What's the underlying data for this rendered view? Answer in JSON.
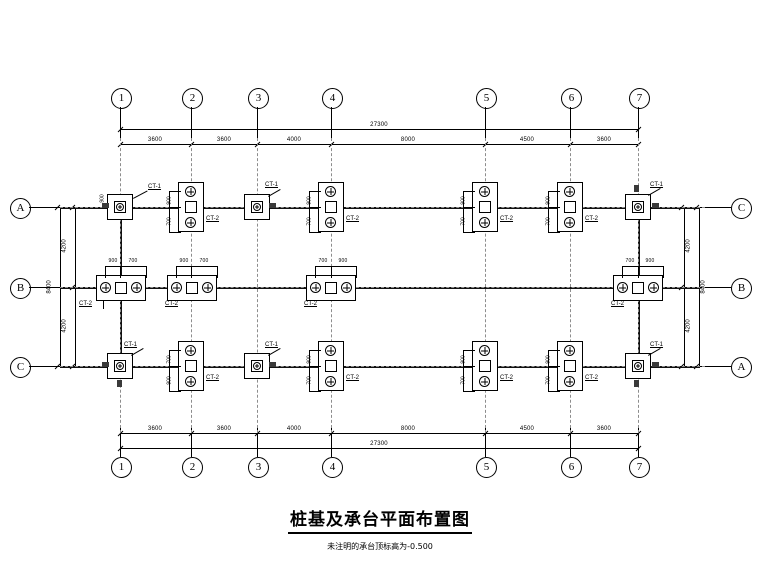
{
  "drawing": {
    "title": "桩基及承台平面布置图",
    "subtitle": "未注明的承台顶标高为-0.500",
    "total_width": "27300",
    "total_height": "8400"
  },
  "grid": {
    "columns": [
      "1",
      "2",
      "3",
      "4",
      "5",
      "6",
      "7"
    ],
    "rows_left": [
      "A",
      "B",
      "C"
    ],
    "rows_right": [
      "C",
      "B",
      "A"
    ],
    "horizontal_spans": [
      "3600",
      "3600",
      "4000",
      "8000",
      "4500",
      "3600"
    ],
    "vertical_spans": [
      "4200",
      "4200"
    ],
    "vertical_total": "8400",
    "horizontal_total": "27300"
  },
  "caps": {
    "type_1": "CT-1",
    "type_2": "CT-2",
    "dim_900": "900",
    "dim_700": "700"
  },
  "cap_labels": {
    "top_row": [
      {
        "name": "CT-1",
        "grid": "1-A"
      },
      {
        "name": "CT-2",
        "grid": "2-A",
        "d1": "900",
        "d2": "700"
      },
      {
        "name": "CT-1",
        "grid": "3-A"
      },
      {
        "name": "CT-2",
        "grid": "4-A",
        "d1": "900",
        "d2": "700"
      },
      {
        "name": "CT-2",
        "grid": "5-A",
        "d1": "900",
        "d2": "700"
      },
      {
        "name": "CT-2",
        "grid": "6-A",
        "d1": "900",
        "d2": "700"
      },
      {
        "name": "CT-1",
        "grid": "7-A"
      }
    ],
    "mid_row": [
      {
        "name": "CT-2",
        "grid": "1-B",
        "d1": "900",
        "d2": "700"
      },
      {
        "name": "CT-2",
        "grid": "2-B",
        "d1": "900",
        "d2": "700"
      },
      {
        "name": "CT-2",
        "grid": "3-B",
        "d1": "700",
        "d2": "900"
      },
      {
        "name": "CT-2",
        "grid": "6-B",
        "d1": "700",
        "d2": "900"
      }
    ],
    "bot_row": [
      {
        "name": "CT-1",
        "grid": "1-C"
      },
      {
        "name": "CT-2",
        "grid": "2-C",
        "d1": "700",
        "d2": "900"
      },
      {
        "name": "CT-1",
        "grid": "3-C"
      },
      {
        "name": "CT-2",
        "grid": "4-C",
        "d1": "900",
        "d2": "700"
      },
      {
        "name": "CT-2",
        "grid": "5-C",
        "d1": "900",
        "d2": "700"
      },
      {
        "name": "CT-2",
        "grid": "6-C",
        "d1": "900",
        "d2": "700"
      },
      {
        "name": "CT-1",
        "grid": "7-C"
      }
    ]
  },
  "colors": {
    "line": "#000000",
    "center_line": "#8d8d8d",
    "background": "#ffffff"
  }
}
